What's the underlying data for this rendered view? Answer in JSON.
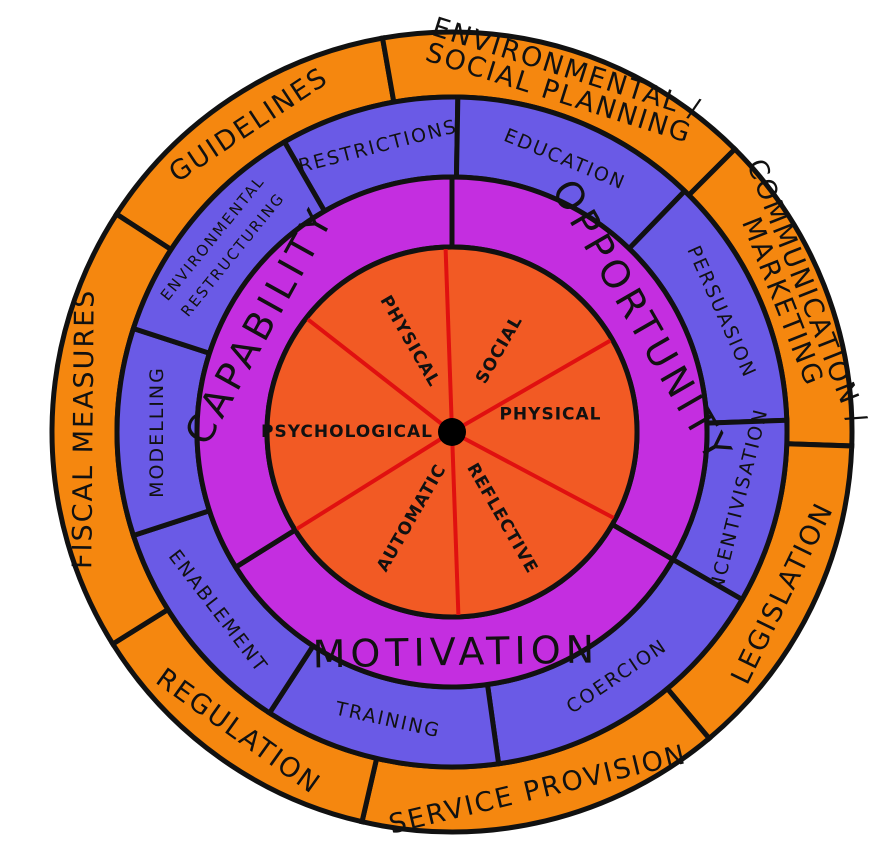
{
  "title": "Behaviour Change Wheel",
  "colors": {
    "orange": "#f5870f",
    "blue": "#6a5ae6",
    "purple": "#c42ee0",
    "red": "#f25a24",
    "spoke": "#e01010",
    "outline": "#111111"
  },
  "policy_categories": [
    "GUIDELINES",
    "ENVIRONMENTAL / SOCIAL PLANNING",
    "COMMUNICATION / MARKETING",
    "LEGISLATION",
    "SERVICE PROVISION",
    "REGULATION",
    "FISCAL MEASURES"
  ],
  "intervention_functions": [
    "RESTRICTIONS",
    "EDUCATION",
    "PERSUASION",
    "INCENTIVISATION",
    "COERCION",
    "TRAINING",
    "ENABLEMENT",
    "MODELLING",
    "ENVIRONMENTAL RESTRUCTURING"
  ],
  "sources": [
    "OPPORTUNITY",
    "MOTIVATION",
    "CAPABILITY"
  ],
  "components": [
    "SOCIAL",
    "PHYSICAL",
    "REFLECTIVE",
    "AUTOMATIC",
    "PSYCHOLOGICAL",
    "PHYSICAL"
  ]
}
